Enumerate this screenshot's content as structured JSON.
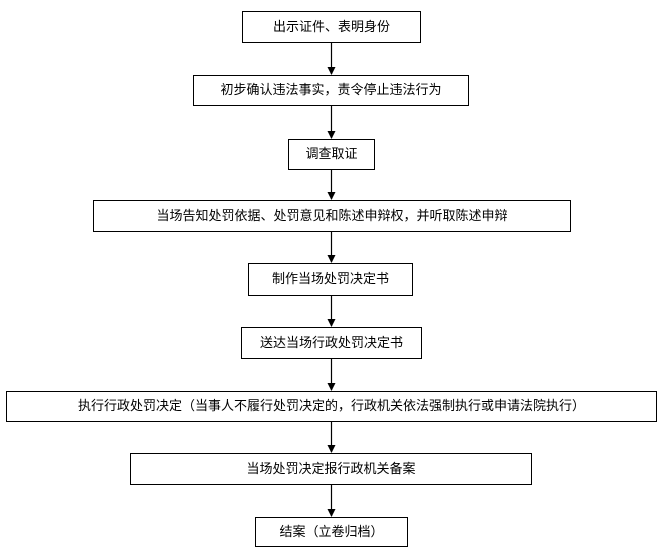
{
  "steps": [
    "出示证件、表明身份",
    "初步确认违法事实，责令停止违法行为",
    "调查取证",
    "当场告知处罚依据、处罚意见和陈述申辩权，并听取陈述申辩",
    "制作当场处罚决定书",
    "送达当场行政处罚决定书",
    "执行行政处罚决定（当事人不履行处罚决定的，行政机关依法强制执行或申请法院执行）",
    "当场处罚决定报行政机关备案",
    "结案（立卷归档）"
  ]
}
